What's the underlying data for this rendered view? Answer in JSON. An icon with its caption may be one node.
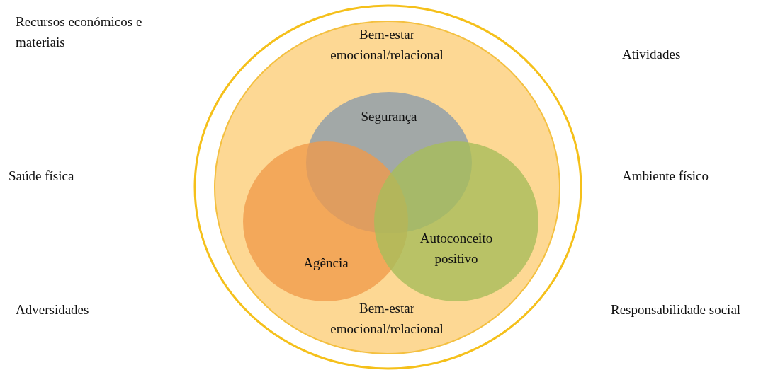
{
  "diagram": {
    "nodes": [
      {
        "text": [],
        "shape": "circle"
      },
      {
        "text": [
          "Bem-estar emocional/relacional",
          "Bem-estar emocional/relacional"
        ],
        "in": 0
      },
      {
        "text": [
          "Segurança"
        ],
        "in": 1
      },
      {
        "text": [
          "Agência"
        ],
        "in": 1
      },
      {
        "text": [
          "Autoconceito positivo"
        ],
        "in": 1
      }
    ],
    "labels": [
      "Recursos económicos e materiais",
      "Atividades",
      "Saúde física",
      "Ambiente físico",
      "Adversidades",
      "Responsabilidade social"
    ]
  }
}
